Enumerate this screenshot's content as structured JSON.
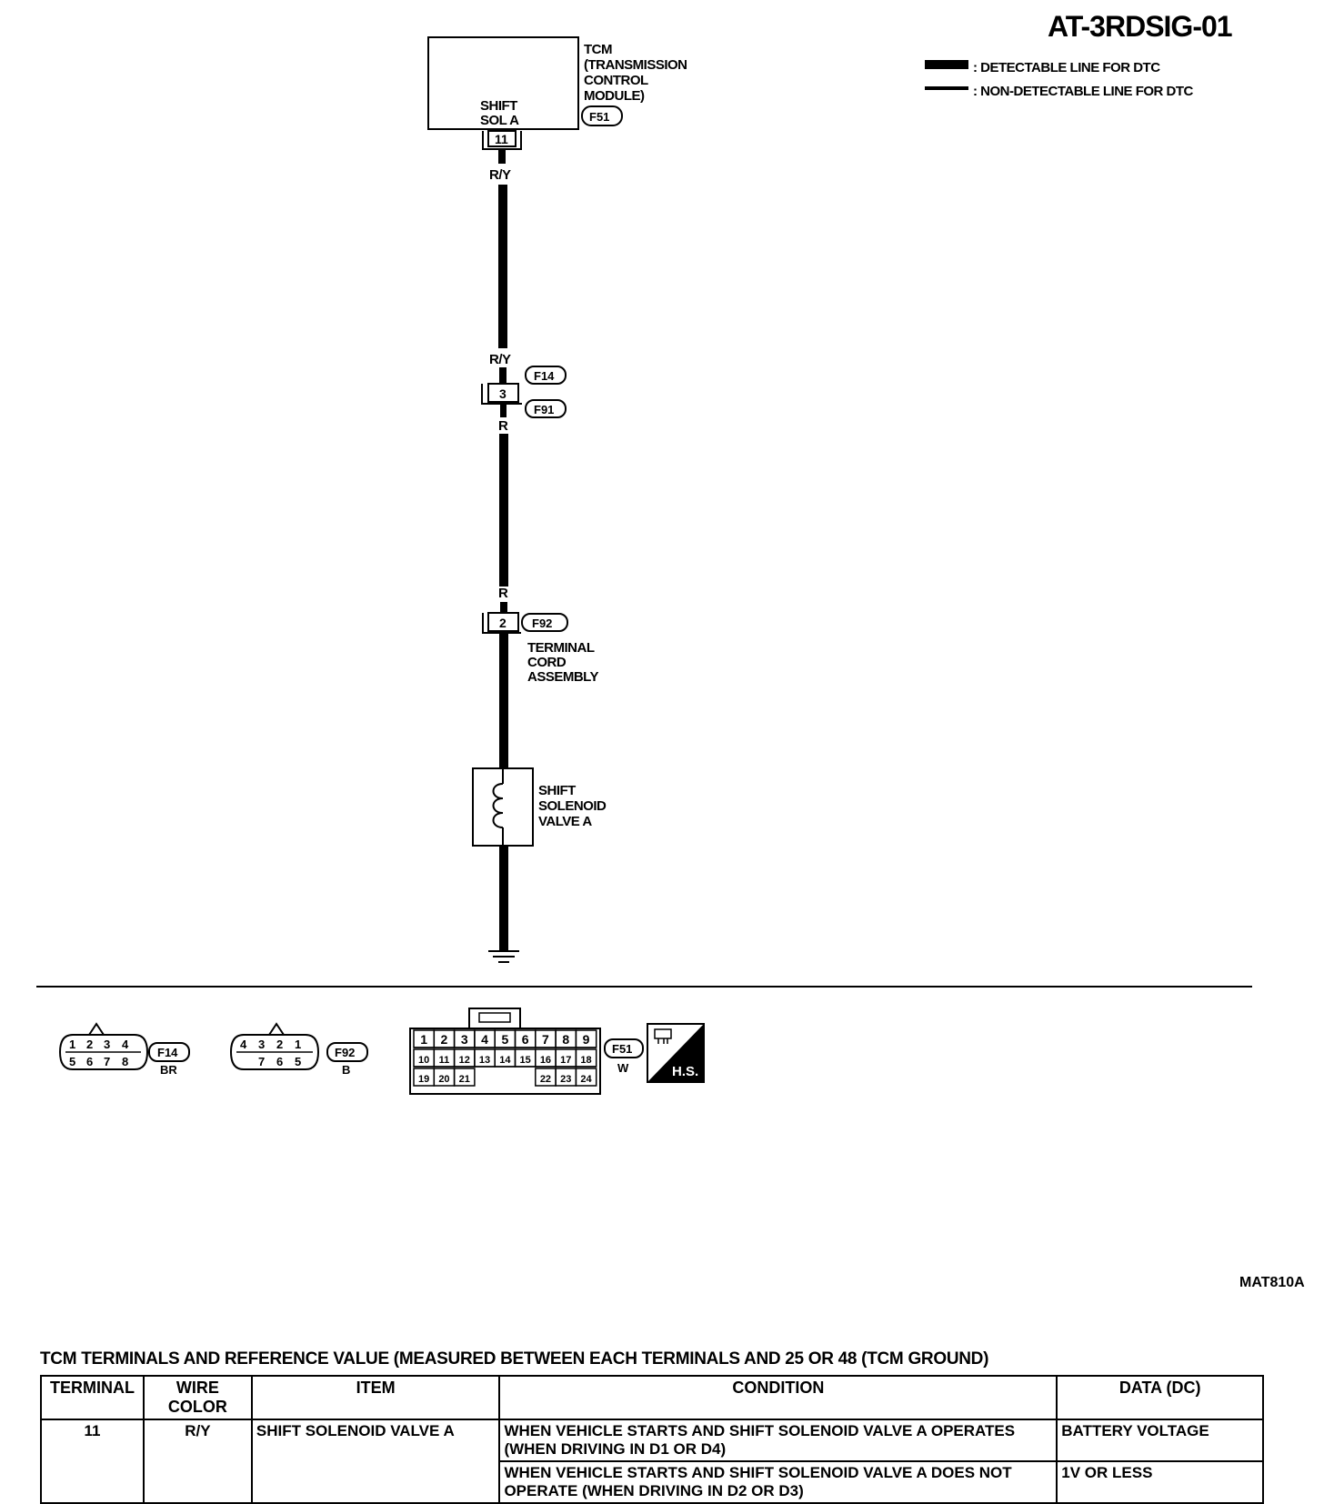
{
  "diagram_id": "AT-3RDSIG-01",
  "legend": {
    "detectable": ": DETECTABLE LINE FOR DTC",
    "non_detectable": ": NON-DETECTABLE LINE FOR DTC"
  },
  "tcm": {
    "name_lines": [
      "TCM",
      "(TRANSMISSION",
      "CONTROL",
      "MODULE)"
    ],
    "pin_label_lines": [
      "SHIFT",
      "SOL A"
    ],
    "connector": "F51",
    "terminal": "11"
  },
  "wires": {
    "upper_color": "R/Y",
    "lower_color": "R"
  },
  "junction": {
    "terminal": "3",
    "connector_top": "F14",
    "connector_bottom": "F91"
  },
  "terminal_cord": {
    "terminal": "2",
    "connector": "F92",
    "label_lines": [
      "TERMINAL",
      "CORD",
      "ASSEMBLY"
    ]
  },
  "solenoid": {
    "label_lines": [
      "SHIFT",
      "SOLENOID",
      "VALVE A"
    ]
  },
  "connector_views": {
    "f14": {
      "row1": [
        "1",
        "2",
        "3",
        "4"
      ],
      "row2": [
        "5",
        "6",
        "7",
        "8"
      ],
      "id": "F14",
      "color": "BR"
    },
    "f92": {
      "row1": [
        "4",
        "3",
        "2",
        "1"
      ],
      "row2": [
        "7",
        "6",
        "5"
      ],
      "id": "F92",
      "color": "B"
    },
    "f51": {
      "row1": [
        "1",
        "2",
        "3",
        "4",
        "5",
        "6",
        "7",
        "8",
        "9"
      ],
      "row2": [
        "10",
        "11",
        "12",
        "13",
        "14",
        "15",
        "16",
        "17",
        "18"
      ],
      "row3a": [
        "19",
        "20",
        "21"
      ],
      "row3b": [
        "22",
        "23",
        "24"
      ],
      "id": "F51",
      "color": "W",
      "hs": "H.S."
    }
  },
  "figure_code": "MAT810A",
  "table": {
    "title": "TCM TERMINALS AND REFERENCE VALUE (MEASURED BETWEEN EACH TERMINALS AND 25 OR 48 (TCM GROUND)",
    "headers": [
      "TERMINAL",
      "WIRE COLOR",
      "ITEM",
      "CONDITION",
      "DATA (DC)"
    ],
    "row": {
      "terminal": "11",
      "wire_color": "R/Y",
      "item": "SHIFT SOLENOID VALVE A",
      "condition1": "WHEN VEHICLE STARTS AND SHIFT SOLENOID VALVE A OPERATES (WHEN DRIVING IN D1 OR D4)",
      "data1": "BATTERY VOLTAGE",
      "condition2": "WHEN VEHICLE STARTS AND SHIFT SOLENOID VALVE A DOES NOT OPERATE (WHEN DRIVING IN D2 OR D3)",
      "data2": "1V OR LESS"
    }
  }
}
